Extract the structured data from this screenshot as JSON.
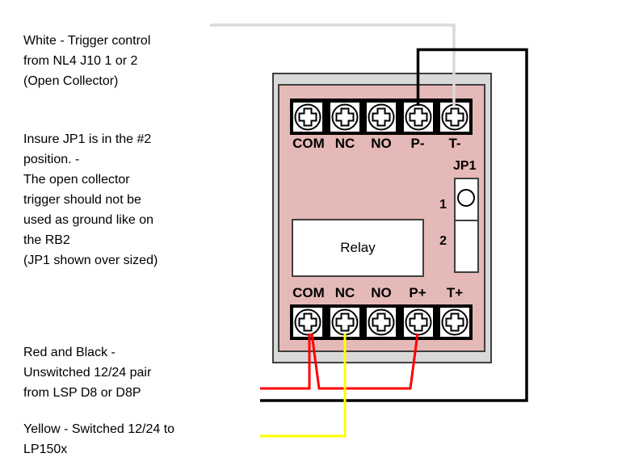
{
  "annotations": {
    "white_wire_note": [
      "White - Trigger control",
      "from NL4 J10 1 or 2",
      "(Open Collector)"
    ],
    "jp1_note": [
      "Insure JP1 is in the #2",
      "position. -",
      "The open collector",
      "trigger should not be",
      "used as ground like on",
      "the RB2",
      "(JP1 shown over sized)"
    ],
    "red_black_note": [
      "Red and Black -",
      "Unswitched 12/24 pair",
      "from LSP D8 or D8P"
    ],
    "yellow_note": [
      "Yellow - Switched 12/24 to",
      "LP150x"
    ]
  },
  "board": {
    "relay_label": "Relay",
    "jumper": {
      "label": "JP1",
      "position_1": "1",
      "position_2": "2"
    },
    "terminals_top": [
      "COM",
      "NC",
      "NO",
      "P-",
      "T-"
    ],
    "terminals_bottom": [
      "COM",
      "NC",
      "NO",
      "P+",
      "T+"
    ]
  },
  "wires": {
    "white": {
      "color": "#d9d9d9"
    },
    "black": {
      "color": "#000000"
    },
    "red": {
      "color": "#ff0000"
    },
    "yellow": {
      "color": "#ffff00"
    }
  },
  "colors": {
    "board_outer_fill": "#d9d9d9",
    "board_inner_fill": "#e5b9b7",
    "terminal_strip": "#000000",
    "outline": "#3f3f3f",
    "text": "#000000",
    "page_background": "#ffffff"
  }
}
